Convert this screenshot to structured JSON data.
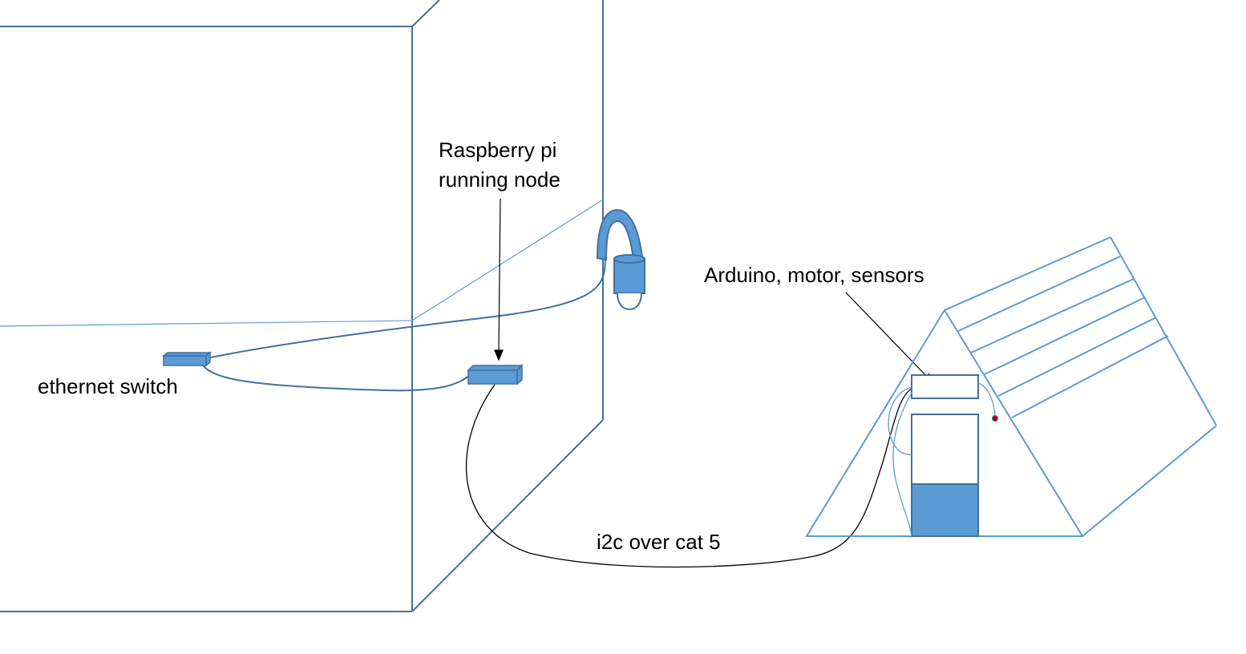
{
  "labels": {
    "raspberry_pi_line1": "Raspberry pi",
    "raspberry_pi_line2": "running node",
    "ethernet_switch": "ethernet switch",
    "arduino": "Arduino, motor, sensors",
    "i2c": "i2c over cat 5"
  },
  "colors": {
    "outline": "#41719c",
    "fill": "#5b9bd5",
    "light_line": "#5b9bd5",
    "cable_black": "#000000",
    "sensor_dot": "#c00000"
  }
}
